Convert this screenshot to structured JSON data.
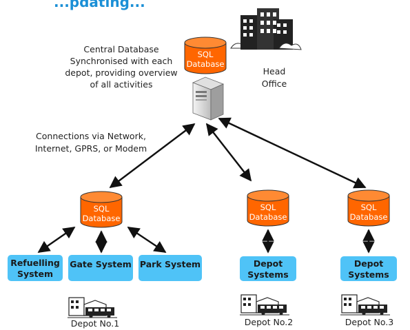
{
  "title": "...pdating...",
  "head_office": {
    "label_line1": "Head",
    "label_line2": "Office",
    "central_db": {
      "line1": "SQL",
      "line2": "Database"
    },
    "description": [
      "Central Database",
      "Synchronised with each",
      "depot, providing overview",
      "of all activities"
    ]
  },
  "connections_note": [
    "Connections via Network,",
    "Internet, GPRS, or Modem"
  ],
  "depot1": {
    "db": {
      "line1": "SQL",
      "line2": "Database"
    },
    "systems": [
      {
        "line1": "Refuelling",
        "line2": "System"
      },
      {
        "line1": "Gate System",
        "line2": ""
      },
      {
        "line1": "Park System",
        "line2": ""
      }
    ],
    "label": "Depot No.1"
  },
  "depot2": {
    "db": {
      "line1": "SQL",
      "line2": "Database"
    },
    "system": {
      "line1": "Depot",
      "line2": "Systems"
    },
    "label": "Depot No.2"
  },
  "depot3": {
    "db": {
      "line1": "SQL",
      "line2": "Database"
    },
    "system": {
      "line1": "Depot",
      "line2": "Systems"
    },
    "label": "Depot No.3"
  },
  "colors": {
    "database_fill": "#ff6600",
    "database_top": "#ff8a33",
    "system_box": "#4fc3f7",
    "arrow": "#111111",
    "title": "#1a8fd6"
  }
}
